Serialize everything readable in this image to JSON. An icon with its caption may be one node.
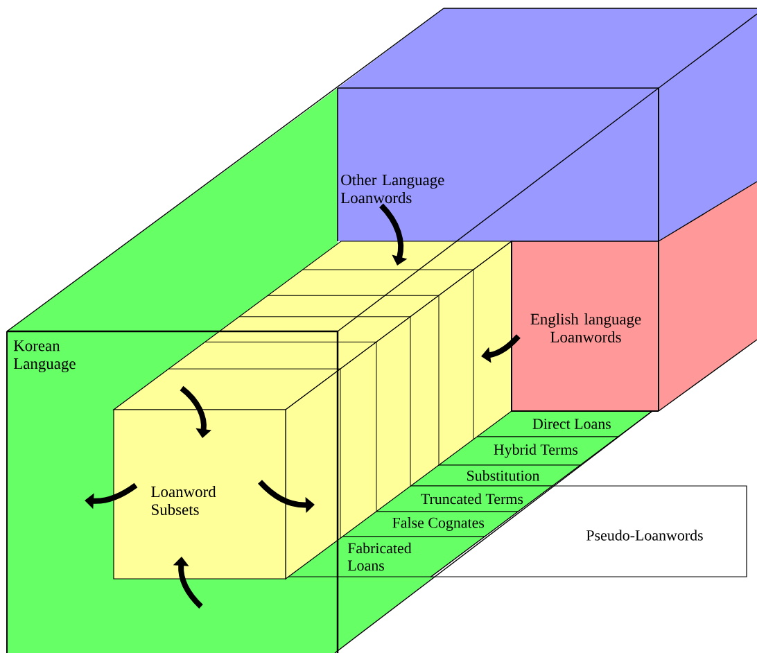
{
  "diagram": {
    "nodes": [
      {
        "text": [
          "Other Language Loanwords"
        ]
      },
      {
        "text": [
          "English language Loanwords"
        ]
      },
      {
        "text": [
          "Korean Language"
        ]
      },
      {
        "text": [
          "Loanword Subsets"
        ]
      },
      {
        "text": [
          "Direct Loans"
        ]
      },
      {
        "text": [
          "Hybrid Terms"
        ]
      },
      {
        "text": [
          "Substitution"
        ]
      },
      {
        "text": [
          "Truncated Terms"
        ]
      },
      {
        "text": [
          "False Cognates"
        ]
      },
      {
        "text": [
          "Fabricated Loans"
        ]
      },
      {
        "text": [
          "Pseudo-Loanwords"
        ]
      }
    ],
    "edges": [
      {
        "from": 0,
        "to": 3,
        "arrow": "to"
      },
      {
        "from": 1,
        "to": 3,
        "arrow": "to"
      }
    ]
  }
}
